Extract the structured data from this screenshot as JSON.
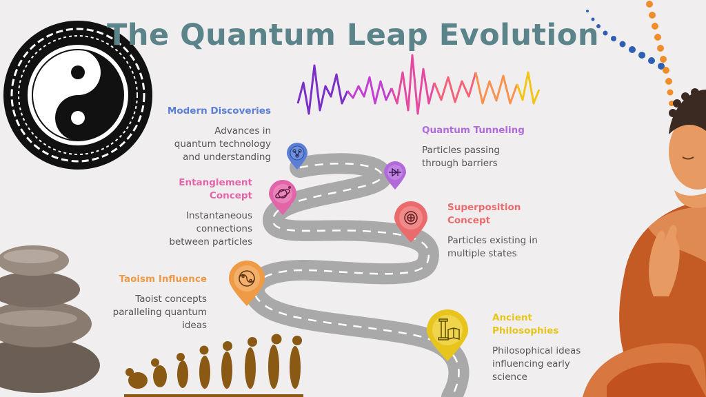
{
  "title": "The Quantum Leap Evolution",
  "colors": {
    "title": "#5a8489",
    "road": "#a9a9a9",
    "road_stripe": "#ffffff",
    "modern": "#5b7fd6",
    "tunneling": "#b06ad9",
    "entanglement": "#e165a8",
    "superposition": "#ea6b6b",
    "taoism": "#ef9a45",
    "ancient": "#e8c51c"
  },
  "milestones": [
    {
      "key": "modern",
      "title": "Modern Discoveries",
      "description": "Advances in quantum technology and understanding",
      "desc_lines": [
        "Advances in",
        "quantum technology",
        "and understanding"
      ],
      "icon": "people-network-icon"
    },
    {
      "key": "tunneling",
      "title": "Quantum Tunneling",
      "description": "Particles passing through barriers",
      "desc_lines": [
        "Particles passing",
        "through barriers"
      ],
      "icon": "diode-icon"
    },
    {
      "key": "entanglement",
      "title": "Entanglement Concept",
      "title_lines": [
        "Entanglement",
        "Concept"
      ],
      "description": "Instantaneous connections between particles",
      "desc_lines": [
        "Instantaneous",
        "connections",
        "between particles"
      ],
      "icon": "planet-icon"
    },
    {
      "key": "superposition",
      "title": "Superposition Concept",
      "title_lines": [
        "Superposition",
        "Concept"
      ],
      "description": "Particles existing in multiple states",
      "desc_lines": [
        "Particles existing in",
        "multiple states"
      ],
      "icon": "target-plus-icon"
    },
    {
      "key": "taoism",
      "title": "Taoism Influence",
      "description": "Taoist concepts paralleling quantum ideas",
      "desc_lines": [
        "Taoist concepts",
        "paralleling quantum",
        "ideas"
      ],
      "icon": "yin-yang-icon"
    },
    {
      "key": "ancient",
      "title": "Ancient Philosophies",
      "title_lines": [
        "Ancient",
        "Philosophies"
      ],
      "description": "Philosophical ideas influencing early science",
      "desc_lines": [
        "Philosophical ideas",
        "influencing early",
        "science"
      ],
      "icon": "column-book-icon"
    }
  ],
  "decor": {
    "left_top": "yin-yang-medallion",
    "waveform": "sound-wave",
    "right": "meditating-buddha",
    "bottom_left": "stacked-stones",
    "bottom": "evolution-silhouettes"
  }
}
